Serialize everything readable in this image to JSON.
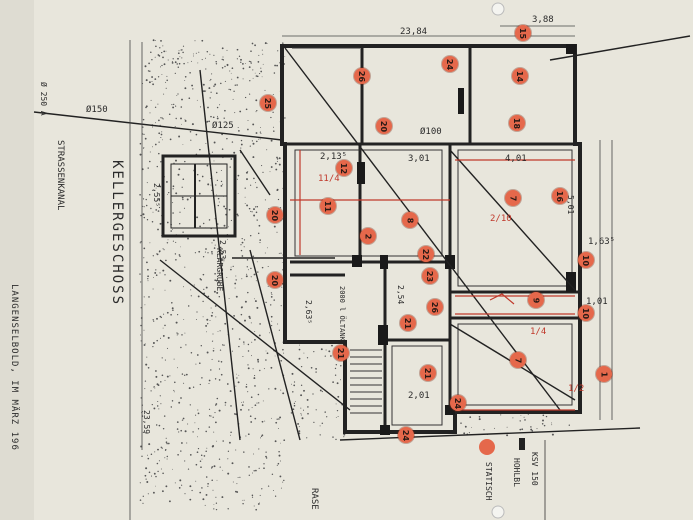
{
  "labels": {
    "title": "KELLERGESCHOSS",
    "sewer": "STRASSENKANAL",
    "cesspool": "KLÄRGRUBE",
    "caption": "LANGENSELBOLD, IM MÄRZ 196",
    "pipe": "Ø 250 A",
    "terrace": "RASE",
    "tank": "2000 l ÖLTANK",
    "legend_ksv": "KSV 150",
    "legend_hohlbl": "HOHLBL",
    "legend_statik": "STATISCH"
  },
  "dimensions": [
    "23,84",
    "3,88",
    "4,01",
    "3,01",
    "2,13⁵",
    "2,55⁵",
    "2,53",
    "2,54",
    "2,63⁵",
    "2,01",
    "1,63⁵",
    "1,01",
    "5,01",
    "23,59",
    "Ø150",
    "Ø125",
    "Ø100"
  ],
  "markers": [
    "1",
    "2",
    "7",
    "8",
    "9",
    "10",
    "11",
    "12",
    "14",
    "15",
    "16",
    "18",
    "20",
    "21",
    "22",
    "23",
    "24",
    "25",
    "26"
  ],
  "handwritten": [
    "11/4",
    "1/4",
    "2/10",
    "1/2"
  ],
  "colors": {
    "paper": "#e8e6dc",
    "ink": "#2b2b2b",
    "marker": "#e5684b",
    "redline": "#c0392b"
  }
}
